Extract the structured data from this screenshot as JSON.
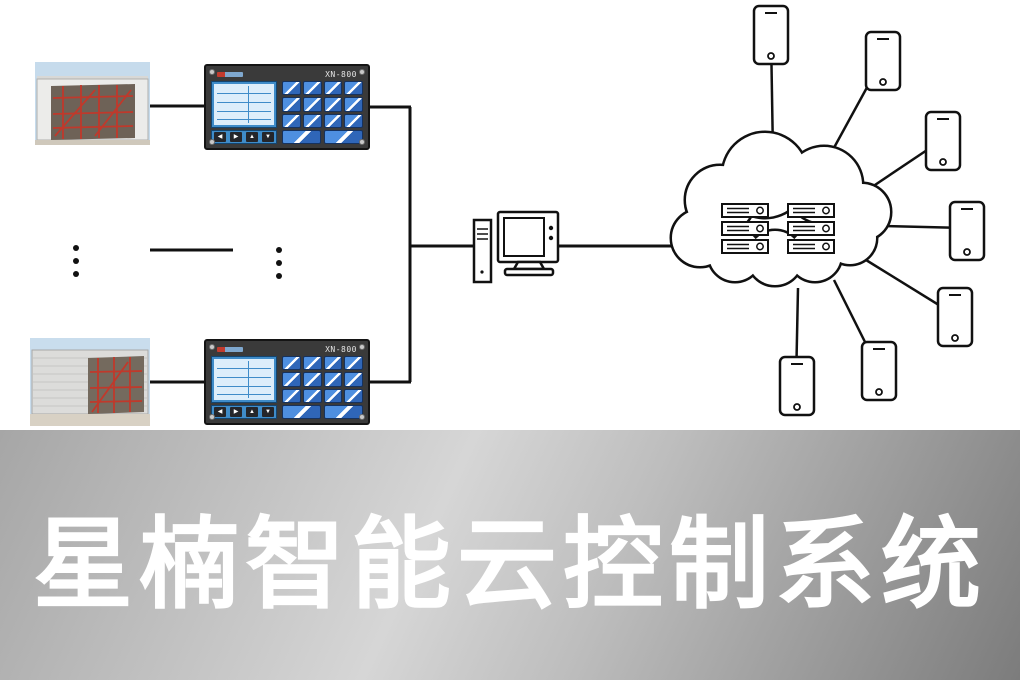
{
  "banner": {
    "title": "星楠智能云控制系统",
    "text_color": "#ffffff",
    "gradient": [
      "#a6a6a6",
      "#d6d6d6",
      "#7c7c7c"
    ]
  },
  "diagram": {
    "controllers": [
      {
        "model": "XN-800"
      },
      {
        "model": "XN-800"
      }
    ],
    "nav_arrows": [
      "◀",
      "▶",
      "▲",
      "▼"
    ],
    "phones": 7,
    "cloud_servers": {
      "rows": 3,
      "columns": 2
    },
    "colors": {
      "outline": "#111111",
      "panel": "#3a3a3a",
      "screen_blue": "#3f8cc9",
      "key_blue": "#3f7ed8",
      "scaffold_red": "#c0392b",
      "sky": "#c6dbec"
    }
  }
}
